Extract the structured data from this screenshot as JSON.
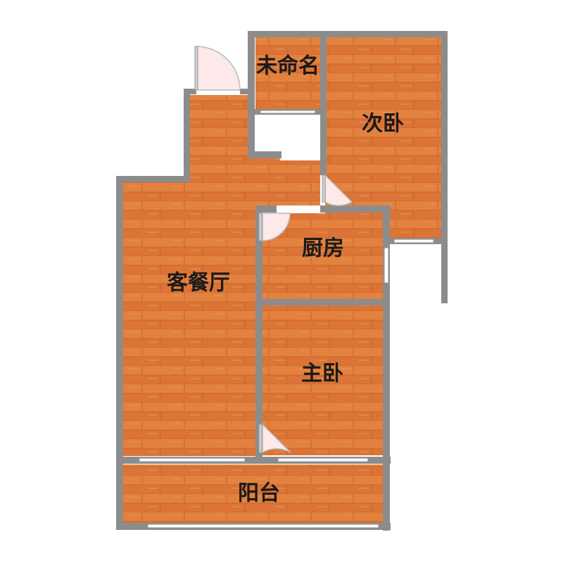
{
  "plan": {
    "rooms": [
      {
        "id": "unnamed",
        "label": "未命名"
      },
      {
        "id": "second-bedroom",
        "label": "次卧"
      },
      {
        "id": "living-dining",
        "label": "客餐厅"
      },
      {
        "id": "kitchen",
        "label": "厨房"
      },
      {
        "id": "master-bedroom",
        "label": "主卧"
      },
      {
        "id": "balcony",
        "label": "阳台"
      }
    ],
    "colors": {
      "floor": "#e07a3c",
      "floor_plank_line": "#c9652b",
      "wall": "#8c8c8c",
      "background": "#ffffff"
    }
  }
}
